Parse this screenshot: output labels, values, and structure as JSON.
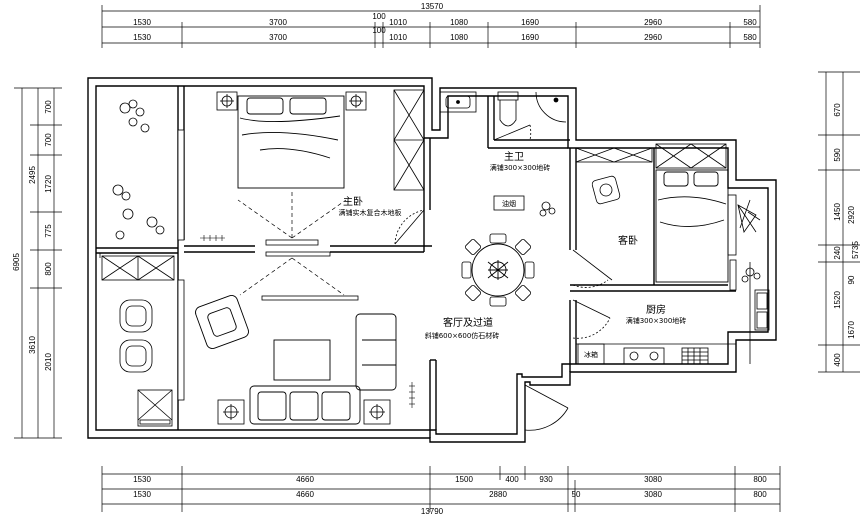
{
  "top_dims": {
    "total": "13570",
    "row1": [
      "1530",
      "3700",
      "100",
      "1010",
      "1080",
      "1690",
      "2960",
      "580"
    ],
    "row2": [
      "1530",
      "3700",
      "100",
      "1010",
      "1080",
      "1690",
      "2960",
      "580"
    ]
  },
  "bottom_dims": {
    "row1": [
      "1530",
      "4660",
      "1500",
      "400",
      "930",
      "3080",
      "800"
    ],
    "row2": [
      "1530",
      "4660",
      "2880",
      "50",
      "3080",
      "800"
    ],
    "total": "13790"
  },
  "left_dims": {
    "total": "6905",
    "col_outer": [
      "2495",
      "3610"
    ],
    "col_inner": [
      "700",
      "700",
      "1720",
      "775",
      "800",
      "2010"
    ]
  },
  "right_dims": {
    "total": "5735",
    "col_mid": [
      "670",
      "590",
      "1450",
      "240",
      "1520",
      "400"
    ],
    "col_inner": [
      "2920",
      "90",
      "1670"
    ]
  },
  "rooms": {
    "master_bedroom": {
      "name": "主卧",
      "note": "满铺实木复合木地板"
    },
    "main_bath": {
      "name": "主卫",
      "note": "满铺300×300地砖"
    },
    "guest_bedroom": {
      "name": "客卧"
    },
    "kitchen": {
      "name": "厨房",
      "note": "满铺300×300地砖"
    },
    "living": {
      "name": "客厅及过道",
      "note": "斜铺600×600仿石材砖"
    },
    "range_hood": {
      "name": "油烟"
    },
    "fridge": {
      "name": "冰箱"
    }
  }
}
